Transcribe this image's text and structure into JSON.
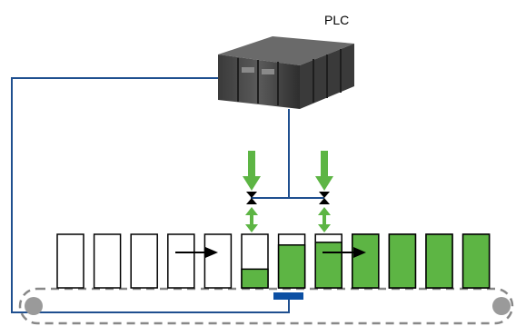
{
  "labels": {
    "plc": "PLC"
  },
  "colors": {
    "wire": "#1f4f8f",
    "fill": "#5db544",
    "outline": "#000000",
    "sensor_marker": "#0b4fa3",
    "roller": "#9a9a9a",
    "belt_dash": "#888888"
  },
  "containers": [
    {
      "fill_level": 0
    },
    {
      "fill_level": 0
    },
    {
      "fill_level": 0
    },
    {
      "fill_level": 0
    },
    {
      "fill_level": 0
    },
    {
      "fill_level": 0.35
    },
    {
      "fill_level": 0.8
    },
    {
      "fill_level": 0.85
    },
    {
      "fill_level": 1
    },
    {
      "fill_level": 1
    },
    {
      "fill_level": 1
    },
    {
      "fill_level": 1
    }
  ],
  "icons": [
    "plc-unit-icon",
    "valve-icon",
    "flow-arrow-icon",
    "conveyor-roller-icon",
    "sensor-icon"
  ]
}
